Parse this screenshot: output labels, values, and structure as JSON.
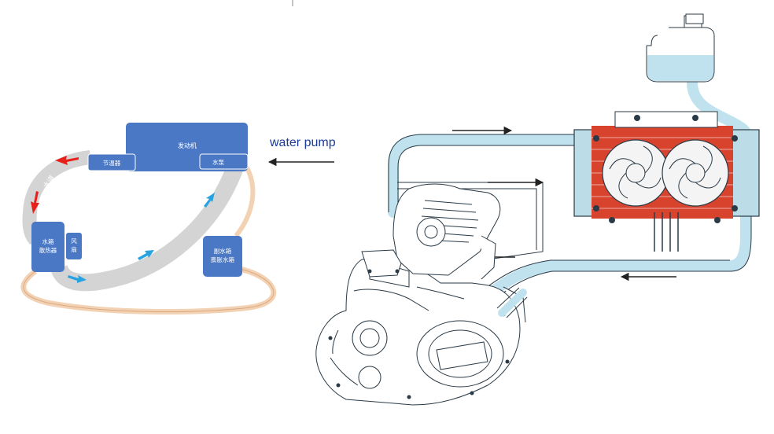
{
  "schematic": {
    "engine_label": "发动机",
    "thermostat_label": "节温器",
    "pump_label": "水泵",
    "radiator_label_line1": "水箱",
    "radiator_label_line2": "散热器",
    "fan_label_line1": "风",
    "fan_label_line2": "扇",
    "reservoir_label_line1": "副水箱",
    "reservoir_label_line2": "膨胀水箱",
    "channel_label": "水道",
    "block_color": "#4a78c4",
    "hot_arrow_color": "#e8201a",
    "cool_arrow_color": "#29a3e0"
  },
  "caption": {
    "text": "water pump"
  },
  "illustration": {
    "coolant_color": "#bfe2ee",
    "core_color": "#d8432e"
  }
}
